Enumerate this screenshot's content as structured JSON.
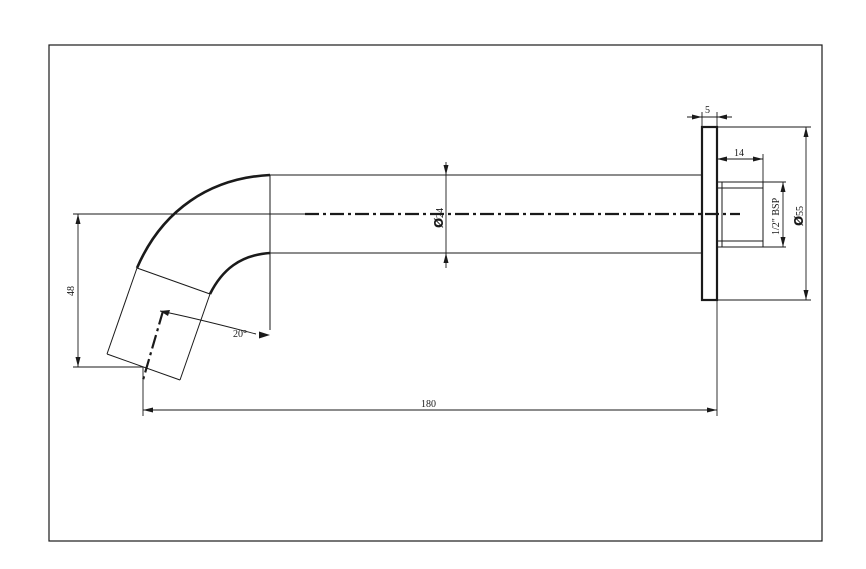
{
  "dimensions": {
    "flange_thickness": "5",
    "thread_length": "14",
    "pipe_diameter": "24",
    "thread_spec": "1/2\" BSP",
    "flange_diameter": "55",
    "drop_height": "48",
    "bend_angle": "20°",
    "overall_length": "180",
    "diameter_symbol": "Ø"
  }
}
